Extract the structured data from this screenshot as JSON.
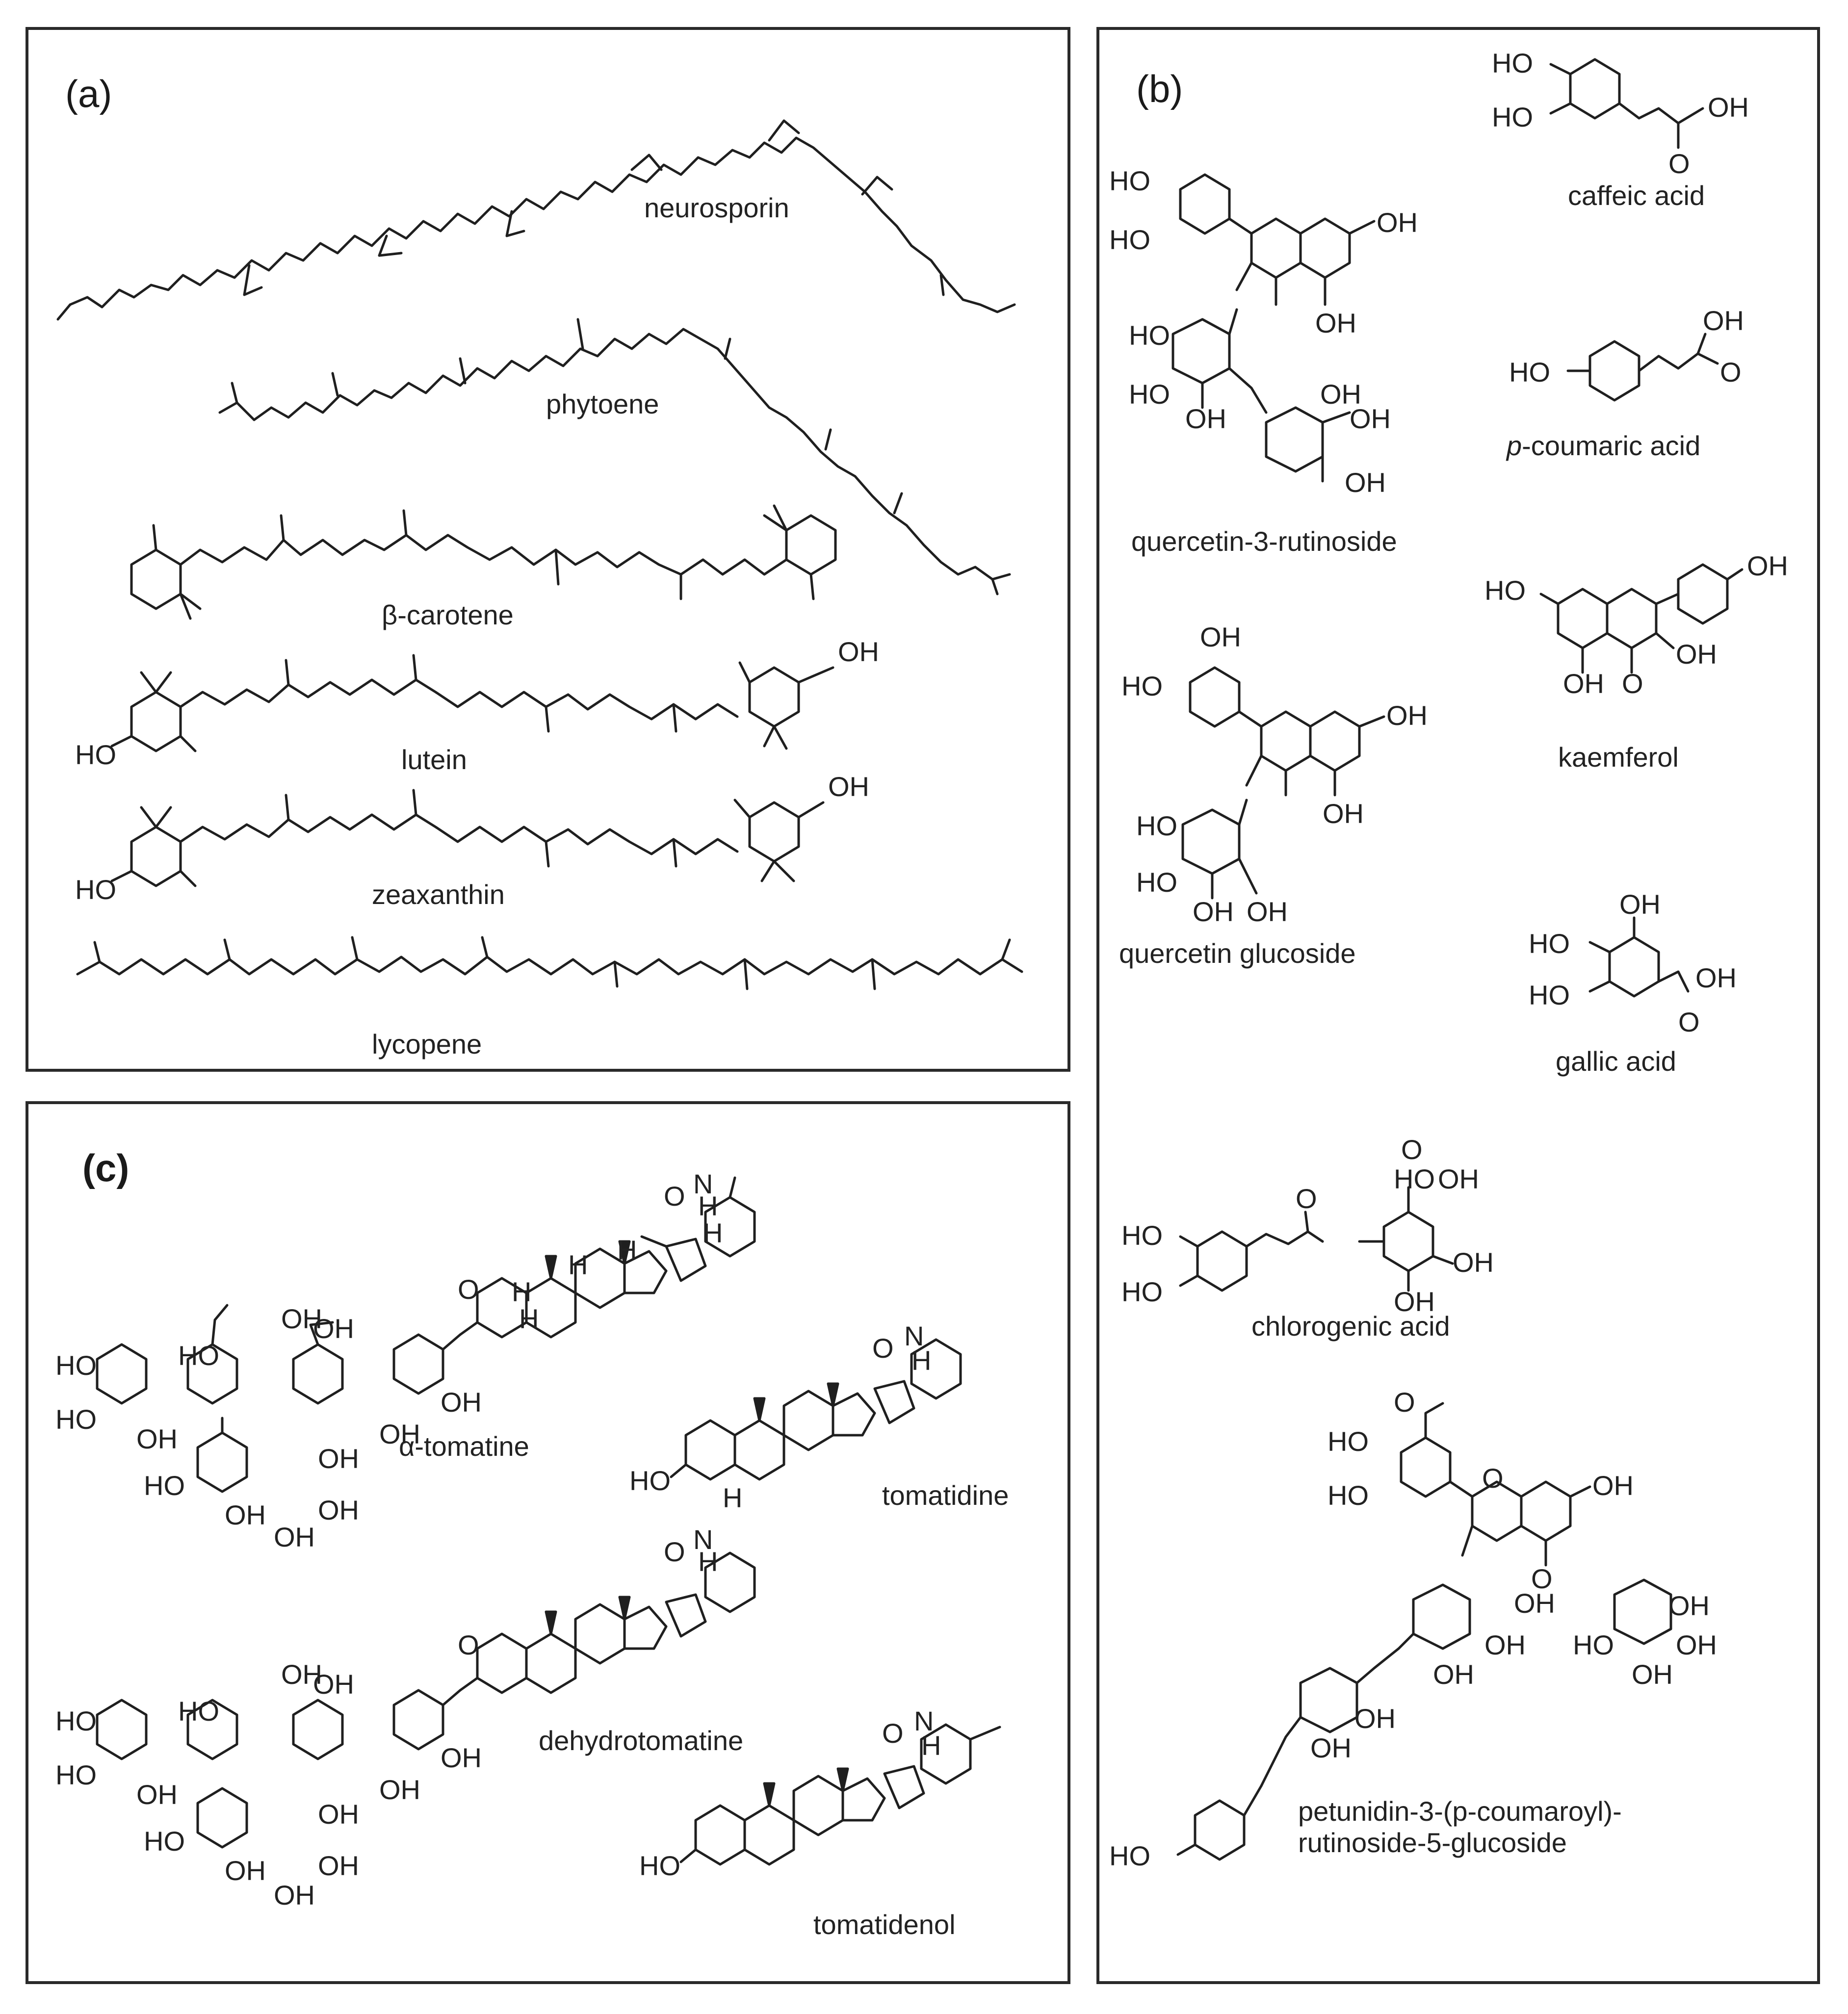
{
  "panel_a": {
    "tag": "(a)",
    "compounds": {
      "neurosporin": "neurosporin",
      "phytoene": "phytoene",
      "beta_carotene": "β-carotene",
      "lutein": "lutein",
      "zeaxanthin": "zeaxanthin",
      "lycopene": "lycopene"
    }
  },
  "panel_b": {
    "tag": "(b)",
    "compounds": {
      "caffeic_acid": "caffeic acid",
      "p_coumaric_prefix": "p",
      "p_coumaric_rest": "-coumaric acid",
      "quercetin_3_rutinoside": "quercetin-3-rutinoside",
      "kaemferol": "kaemferol",
      "quercetin_glucoside": "quercetin glucoside",
      "gallic_acid": "gallic acid",
      "chlorogenic_acid": "chlorogenic acid",
      "petunidin": "petunidin-3-(p-coumaroyl)-\nrutinoside-5-glucoside"
    }
  },
  "panel_c": {
    "tag": "(c)",
    "compounds": {
      "alpha_tomatine": "α-tomatine",
      "tomatidine": "tomatidine",
      "dehydrotomatine": "dehydrotomatine",
      "tomatidenol": "tomatidenol"
    }
  },
  "atom_labels": {
    "OH": "OH",
    "HO": "HO",
    "O": "O",
    "H": "H",
    "N": "N"
  }
}
